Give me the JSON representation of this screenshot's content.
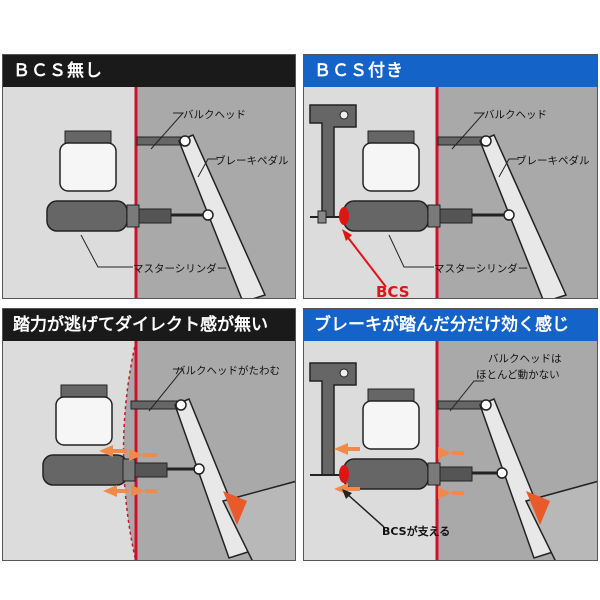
{
  "panels": [
    {
      "title": "ＢＣＳ無し",
      "labels": {
        "bulkhead": "バルクヘッド",
        "pedal": "ブレーキペダル",
        "master": "マスターシリンダー"
      }
    },
    {
      "title": "ＢＣＳ付き",
      "labels": {
        "bulkhead": "バルクヘッド",
        "pedal": "ブレーキペダル",
        "master": "マスターシリンダー",
        "bcs": "BCS"
      }
    },
    {
      "title": "踏力が逃げてダイレクト感が無い",
      "labels": {
        "bulkhead": "バルクヘッドがたわむ"
      }
    },
    {
      "title": "ブレーキが踏んだ分だけ効く感じ",
      "labels": {
        "bulkhead_l1": "バルクヘッドは",
        "bulkhead_l2": "ほとんど動かない",
        "bcs": "BCSが支える"
      }
    }
  ],
  "colors": {
    "dark_header": "#1a1a1a",
    "blue_header": "#1463c9",
    "bulkhead_line": "#d0112b",
    "arrow": "#f08a4b",
    "bcs_text": "#e01414"
  }
}
